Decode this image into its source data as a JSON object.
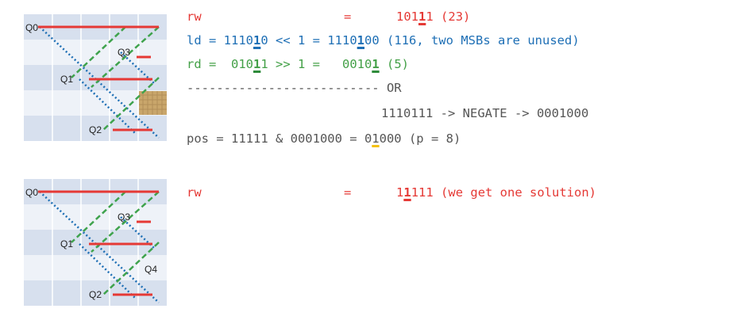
{
  "board1": {
    "labels": {
      "q0": "Q0",
      "q1": "Q1",
      "q2": "Q2",
      "q3": "Q3"
    }
  },
  "board2": {
    "labels": {
      "q0": "Q0",
      "q1": "Q1",
      "q2": "Q2",
      "q3": "Q3",
      "q4": "Q4"
    }
  },
  "block1": {
    "rw": {
      "name": "rw",
      "eq": "=",
      "value_pre": "101",
      "value_mark": "1",
      "value_post": "1",
      "note": "(23)"
    },
    "ld": {
      "prefix": "ld = 1110",
      "mark1": "1",
      "mid1": "0 << 1 = 1110",
      "mark2": "1",
      "mid2": "00",
      "note": "(116, two MSBs are unused)"
    },
    "rd": {
      "prefix": "rd =  010",
      "mark1": "1",
      "mid1": "1 >> 1 =   0010",
      "mark2": "1",
      "note": "(5)"
    },
    "separator": "-------------------------- OR",
    "negate": "1110111 -> NEGATE -> 0001000",
    "pos": {
      "prefix": "pos = 11111 & 0001000 = 0",
      "mark": "1",
      "post": "000 (p = 8)"
    }
  },
  "block2": {
    "rw": {
      "name": "rw",
      "eq": "=",
      "value_pre": "1",
      "value_mark": "1",
      "value_post": "111",
      "note": "(we get one solution)"
    }
  }
}
